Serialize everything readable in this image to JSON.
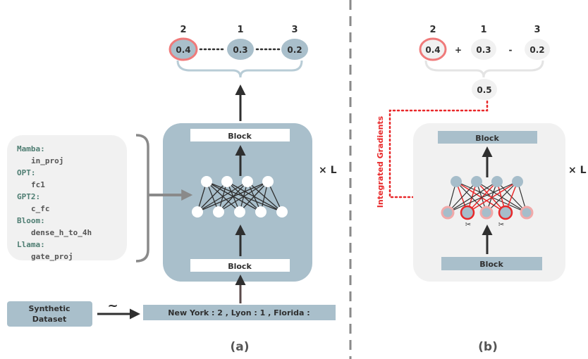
{
  "panel_a": {
    "ranks": [
      "2",
      "1",
      "3"
    ],
    "scores": [
      "0.4",
      "0.3",
      "0.2"
    ],
    "block_top": "Block",
    "block_bottom": "Block",
    "repeat": "× L",
    "input_text": "New York : 2 , Lyon : 1 , Florida :",
    "dataset": [
      "Synthetic",
      "Dataset"
    ],
    "tilde": "~",
    "caption": "(a)",
    "layers": [
      {
        "model": "Mamba:",
        "module": "in_proj"
      },
      {
        "model": "OPT:",
        "module": "fc1"
      },
      {
        "model": "GPT2:",
        "module": "c_fc"
      },
      {
        "model": "Bloom:",
        "module": "dense_h_to_4h"
      },
      {
        "model": "Llama:",
        "module": "gate_proj"
      }
    ]
  },
  "panel_b": {
    "ranks": [
      "2",
      "1",
      "3"
    ],
    "scores": [
      "0.4",
      "0.3",
      "0.2"
    ],
    "ops": [
      "+",
      "-"
    ],
    "result": "0.5",
    "side_label": "Integrated Gradients",
    "block_top": "Block",
    "block_bottom": "Block",
    "repeat": "× L",
    "scissors": "✂",
    "caption": "(b)"
  },
  "colors": {
    "steel": "#a9bfcb",
    "node": "#a6bdca",
    "light_panel": "#f1f1f1",
    "red": "#e8282a",
    "pink": "#f2a9a9",
    "dark": "#2f2f2f",
    "mint": "#4e7d72"
  }
}
